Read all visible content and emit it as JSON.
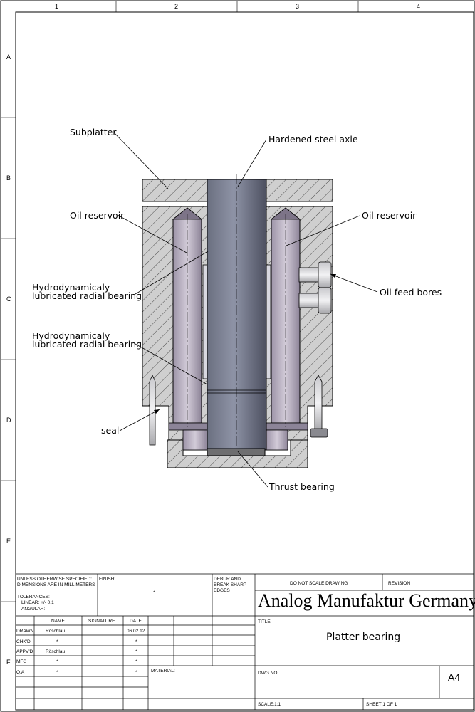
{
  "zones": {
    "columns": [
      "1",
      "2",
      "3",
      "4"
    ],
    "rows": [
      "A",
      "B",
      "C",
      "D",
      "E",
      "F"
    ]
  },
  "callouts": {
    "subplatter": "Subplatter",
    "axle": "Hardened steel axle",
    "oil_reservoir_left": "Oil reservoir",
    "oil_reservoir_right": "Oil reservoir",
    "radial_bearing_1_line1": "Hydrodynamicaly",
    "radial_bearing_1_line2": "lubricated radial bearing",
    "radial_bearing_2_line1": "Hydrodynamicaly",
    "radial_bearing_2_line2": "lubricated radial bearing",
    "oil_feed_bores": "Oil feed bores",
    "seal": "seal",
    "thrust_bearing": "Thrust bearing"
  },
  "title_block": {
    "unless_line1": "UNLESS OTHERWISE SPECIFIED:",
    "unless_line2": "DIMENSIONS ARE IN MILLIMETERS",
    "tolerances": "TOLERANCES:",
    "linear": "LINEAR: +/- 0,1",
    "angular": "ANGULAR:",
    "finish_label": "FINISH:",
    "finish_value": "*",
    "debur_line1": "DEBUR AND",
    "debur_line2": "BREAK SHARP",
    "debur_line3": "EDGES",
    "do_not_scale": "DO NOT SCALE DRAWING",
    "revision": "REVISION",
    "company": "Analog Manufaktur Germany",
    "title_label": "TITLE:",
    "title": "Platter bearing",
    "col_name": "NAME",
    "col_signature": "SIGNATURE",
    "col_date": "DATE",
    "rows": [
      {
        "role": "DRAWN",
        "name": "Röschlau",
        "date": "06.02.12"
      },
      {
        "role": "CHK'D",
        "name": "*",
        "date": "*"
      },
      {
        "role": "APPV'D",
        "name": "Röschlau",
        "date": "*"
      },
      {
        "role": "MFG",
        "name": "*",
        "date": "*"
      },
      {
        "role": "Q.A",
        "name": "*",
        "date": "*"
      }
    ],
    "material_label": "MATERIAL:",
    "dwg_no_label": "DWG NO.",
    "size": "A4",
    "scale": "SCALE:1:1",
    "sheet": "SHEET 1 OF 1"
  },
  "colors": {
    "hatch": "#555555",
    "body_fill": "#c8c8c8",
    "axle_dark": "#5a5e6e",
    "axle_light": "#8a8fa2",
    "reservoir": "#b8b0c0",
    "reservoir_dark": "#8c8498"
  }
}
